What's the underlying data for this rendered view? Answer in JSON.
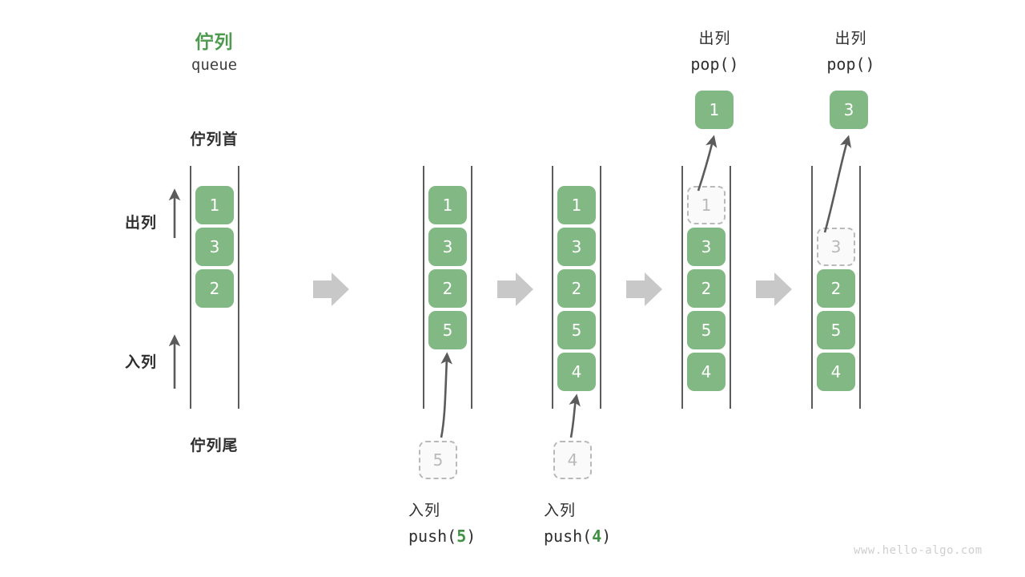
{
  "diagram": {
    "title_cn": "佇列",
    "title_en": "queue",
    "head_label": "佇列首",
    "tail_label": "佇列尾",
    "dequeue_label": "出列",
    "enqueue_label": "入列",
    "watermark": "www.hello-algo.com",
    "accent_green": "#82b883",
    "title_green": "#4e9b50",
    "ghost_gray": "#b9b9b9",
    "line_gray": "#5b5b5b",
    "arrow_gray": "#c8c8c8"
  },
  "columns": [
    {
      "id": "state-initial",
      "cells": [
        {
          "value": "1",
          "state": "solid"
        },
        {
          "value": "3",
          "state": "solid"
        },
        {
          "value": "2",
          "state": "solid"
        }
      ],
      "popped": null,
      "op_top_cn": "",
      "op_top_code": "",
      "op_bottom_cn": "",
      "op_bottom_code": "",
      "incoming": null
    },
    {
      "id": "state-after-push-5",
      "cells": [
        {
          "value": "1",
          "state": "solid"
        },
        {
          "value": "3",
          "state": "solid"
        },
        {
          "value": "2",
          "state": "solid"
        },
        {
          "value": "5",
          "state": "solid"
        }
      ],
      "popped": null,
      "op_top_cn": "",
      "op_top_code": "",
      "op_bottom_cn": "入列",
      "op_bottom_code": "push(5)",
      "op_bottom_arg": "5",
      "incoming": {
        "value": "5",
        "state": "ghost"
      }
    },
    {
      "id": "state-after-push-4",
      "cells": [
        {
          "value": "1",
          "state": "solid"
        },
        {
          "value": "3",
          "state": "solid"
        },
        {
          "value": "2",
          "state": "solid"
        },
        {
          "value": "5",
          "state": "solid"
        },
        {
          "value": "4",
          "state": "solid"
        }
      ],
      "popped": null,
      "op_top_cn": "",
      "op_top_code": "",
      "op_bottom_cn": "入列",
      "op_bottom_code": "push(4)",
      "op_bottom_arg": "4",
      "incoming": {
        "value": "4",
        "state": "ghost"
      }
    },
    {
      "id": "state-after-pop-1",
      "cells": [
        {
          "value": "1",
          "state": "ghost"
        },
        {
          "value": "3",
          "state": "solid"
        },
        {
          "value": "2",
          "state": "solid"
        },
        {
          "value": "5",
          "state": "solid"
        },
        {
          "value": "4",
          "state": "solid"
        }
      ],
      "popped": {
        "value": "1",
        "state": "solid"
      },
      "op_top_cn": "出列",
      "op_top_code": "pop()",
      "op_bottom_cn": "",
      "op_bottom_code": "",
      "incoming": null
    },
    {
      "id": "state-after-pop-3",
      "cells": [
        {
          "value": "",
          "state": "empty"
        },
        {
          "value": "3",
          "state": "ghost"
        },
        {
          "value": "2",
          "state": "solid"
        },
        {
          "value": "5",
          "state": "solid"
        },
        {
          "value": "4",
          "state": "solid"
        }
      ],
      "popped": {
        "value": "3",
        "state": "solid"
      },
      "op_top_cn": "出列",
      "op_top_code": "pop()",
      "op_bottom_cn": "",
      "op_bottom_code": "",
      "incoming": null
    }
  ]
}
